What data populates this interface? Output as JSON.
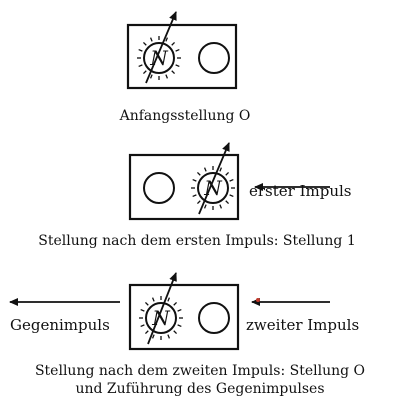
{
  "figure": {
    "stage1": {
      "caption": "Anfangsstellung O"
    },
    "stage2": {
      "incoming_label": "erster Impuls",
      "caption": "Stellung nach dem ersten Impuls: Stellung 1"
    },
    "stage3": {
      "outgoing_label": "Gegenimpuls",
      "incoming_label": "zweiter Impuls",
      "caption_line1": "Stellung nach dem zweiten Impuls: Stellung O",
      "caption_line2": "und Zuführung des Gegenimpulses"
    },
    "indicator_letter": "N"
  },
  "colors": {
    "ink": "#111111",
    "accent": "#c0392b"
  }
}
